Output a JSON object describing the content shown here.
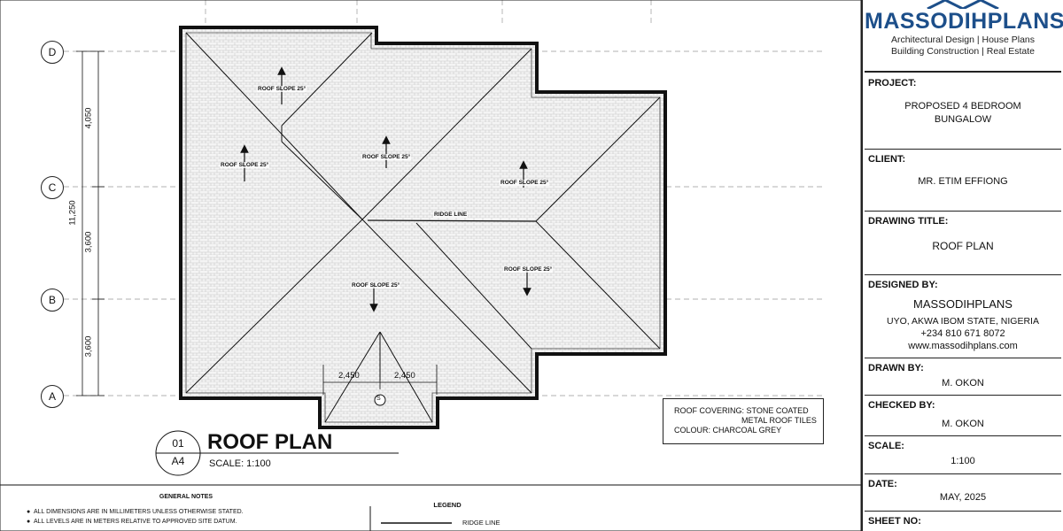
{
  "logo": {
    "name": "MASSODIHPLANS",
    "tagline1": "Architectural Design | House Plans",
    "tagline2": "Building Construction | Real Estate"
  },
  "titleblock": {
    "project_label": "PROJECT:",
    "project_value1": "PROPOSED 4 BEDROOM",
    "project_value2": "BUNGALOW",
    "client_label": "CLIENT:",
    "client_value": "MR. ETIM EFFIONG",
    "drawing_title_label": "DRAWING TITLE:",
    "drawing_title_value": "ROOF PLAN",
    "designed_by_label": "DESIGNED BY:",
    "designed_by_name": "MASSODIHPLANS",
    "designed_by_addr": "UYO, AKWA IBOM STATE, NIGERIA",
    "designed_by_phone": "+234 810 671 8072",
    "designed_by_web": "www.massodihplans.com",
    "drawn_by_label": "DRAWN BY:",
    "drawn_by_value": "M. OKON",
    "checked_by_label": "CHECKED BY:",
    "checked_by_value": "M. OKON",
    "scale_label": "SCALE:",
    "scale_value": "1:100",
    "date_label": "DATE:",
    "date_value": "MAY, 2025",
    "sheet_no_label": "SHEET NO:"
  },
  "grid": {
    "labels": [
      "D",
      "C",
      "B",
      "A"
    ],
    "dims": [
      "4,050",
      "3,600",
      "3,600"
    ],
    "total": "11,250"
  },
  "roof": {
    "slope_labels": [
      "ROOF SLOPE 25°",
      "ROOF SLOPE 25°",
      "ROOF SLOPE 25°",
      "ROOF SLOPE 25°",
      "ROOF SLOPE 25°",
      "ROOF SLOPE 25°"
    ],
    "ridge_label": "RIDGE LINE",
    "dim_left": "2,450",
    "dim_right": "2,450",
    "porch_mark": "S",
    "covering_line1": "ROOF COVERING: STONE COATED",
    "covering_line2": "METAL ROOF TILES",
    "covering_line3": "COLOUR: CHARCOAL GREY"
  },
  "drawing_title": {
    "number": "01",
    "sheet": "A4",
    "title": "ROOF PLAN",
    "scale": "SCALE: 1:100"
  },
  "general_notes": {
    "title": "GENERAL NOTES",
    "items": [
      "ALL DIMENSIONS ARE IN MILLIMETERS UNLESS OTHERWISE STATED.",
      "ALL LEVELS ARE IN METERS RELATIVE TO APPROVED SITE DATUM."
    ]
  },
  "legend": {
    "title": "LEGEND",
    "items": [
      "RIDGE LINE"
    ]
  },
  "colors": {
    "logo_blue": "#1d4f8a",
    "line": "#111111",
    "tile": "#f3f3f3"
  }
}
